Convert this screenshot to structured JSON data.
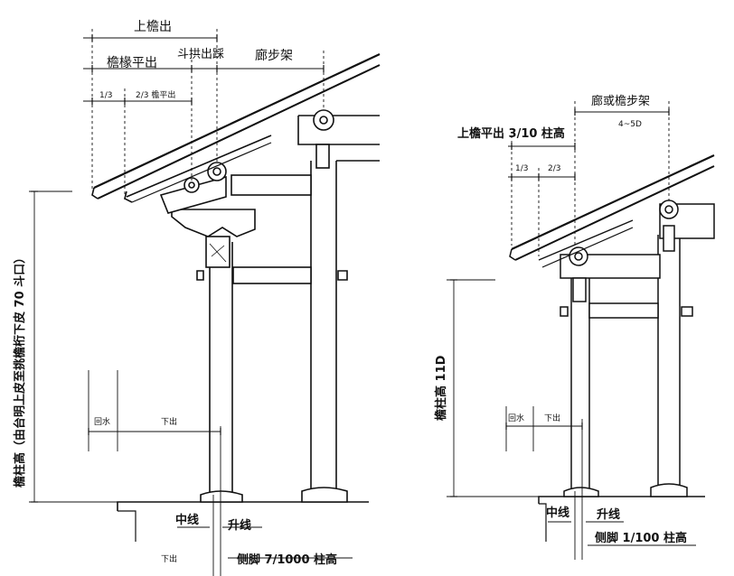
{
  "left": {
    "top_eave": "上檐出",
    "rafter_flat": "檐椽平出",
    "bracket": "斗拱出踩",
    "corridor": "廊步架",
    "third": "1/3",
    "two_thirds": "2/3 檐平出",
    "column_height": "檐柱高（由台明上皮至挑檐桁下皮 70 斗口）",
    "huishui": "回水",
    "xiachu_upper": "下出",
    "center_line": "中线",
    "rise_line": "升线",
    "xiachu_lower": "下出",
    "side_foot": "侧脚 7/1000 柱高"
  },
  "right": {
    "corridor": "廊或檐步架",
    "span": "4~5D",
    "eave_flat": "上檐平出 3/10 柱高",
    "third": "1/3",
    "two_thirds": "2/3",
    "column_height": "檐柱高 11D",
    "huishui": "回水",
    "xiachu": "下出",
    "center_line": "中线",
    "rise_line": "升线",
    "side_foot": "侧脚 1/100 柱高"
  }
}
